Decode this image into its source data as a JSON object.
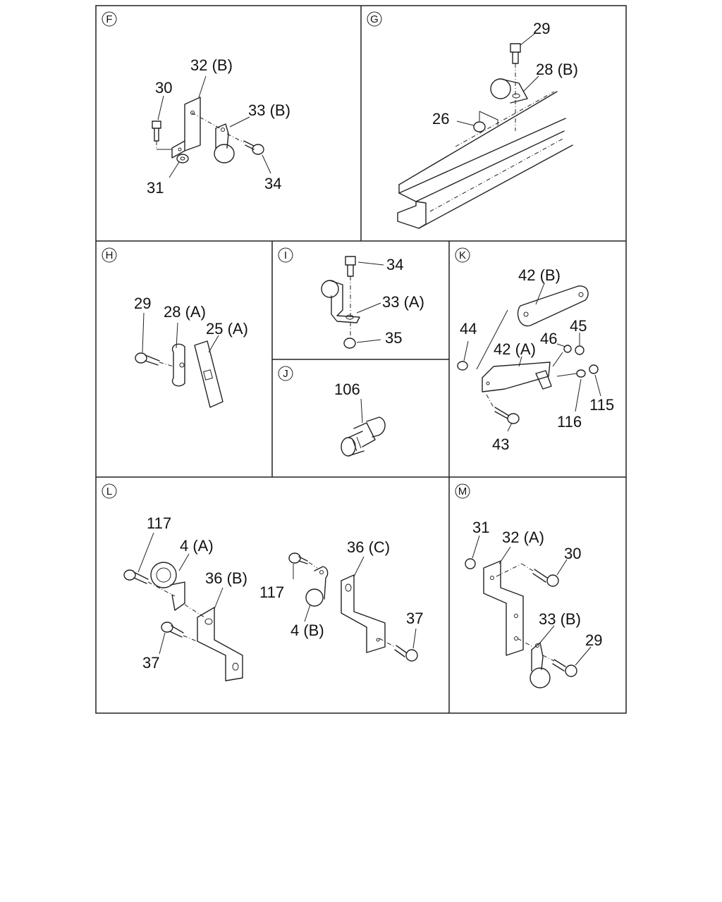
{
  "sections": [
    {
      "id": "F",
      "letter": "F",
      "labels": [
        "32 (B)",
        "30",
        "33 (B)",
        "31",
        "34"
      ]
    },
    {
      "id": "G",
      "letter": "G",
      "labels": [
        "29",
        "28 (B)",
        "26"
      ]
    },
    {
      "id": "H",
      "letter": "H",
      "labels": [
        "29",
        "28 (A)",
        "25 (A)"
      ]
    },
    {
      "id": "I",
      "letter": "I",
      "labels": [
        "34",
        "33 (A)",
        "35"
      ]
    },
    {
      "id": "J",
      "letter": "J",
      "labels": [
        "106"
      ]
    },
    {
      "id": "K",
      "letter": "K",
      "labels": [
        "42 (B)",
        "44",
        "46",
        "45",
        "42 (A)",
        "115",
        "116",
        "43"
      ]
    },
    {
      "id": "L",
      "letter": "L",
      "labels": [
        "117",
        "4 (A)",
        "36 (B)",
        "37",
        "36 (C)",
        "117",
        "4 (B)",
        "37"
      ]
    },
    {
      "id": "M",
      "letter": "M",
      "labels": [
        "31",
        "32 (A)",
        "30",
        "33 (B)",
        "29"
      ]
    }
  ]
}
